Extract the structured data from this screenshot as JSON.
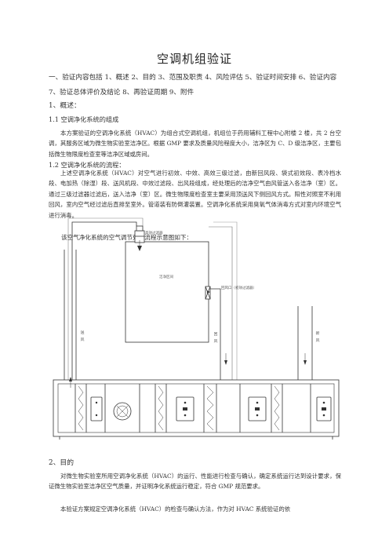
{
  "doc": {
    "title": "空调机组验证",
    "toc": "一、验证内容包括 1、概述 2、目的  3、范围及职责 4、风险评估 5、验证时间安排 6、验证内容 7、验证总体评价及结论 8、再验证周期 9、附件",
    "section1_heading": "1、概述：",
    "s11_heading": "1.1 空调净化系统的组成",
    "s11_text": "本方案验证的空调净化系统（HVAC）为组合式空调机组，机组位于药用辅料工程中心附楼 2 楼，共 2 台空调，其服务区域为微生物实验室洁净区。根据 GMP 要求及质量风险程度大小，洁净区为 C、D 级洁净区，主要包括微生物限度检查室等洁净区域或房间。",
    "s12_heading": "1.2 空调净化系统的流程：",
    "s12_text": "上述空调净化系统（HVAC）对空气进行初效、中效、高效三级过滤，由新回风段、袋式初效段、表冷档水段、电加热（除湿）段、送风机段、中效过滤段、出风段组成，经处理后的洁净空气由风管送入各洁净（室）区。通过三级过滤器过滤后，送入洁净（室）区。微生物限度检查室主要采用顶送风下侧回风方式。阳性对照室不利用回风，室内空气经过滤后直排至室外。管道装有防倒灌装置。空调净化系统采用臭氧气体消毒方式对室内环境空气进行消毒。",
    "figure_caption": "该空气净化系统的空气调节处理流程示意图如下：",
    "section2_heading": "2、目的",
    "s2_text1": "对微生物实验室所用空调净化系统（HVAC）的运行、性能进行检查与确认，确定系统运行达到设计要求，保证微生物实验室洁净区空气质量，并证明净化系统运行稳定，符合 GMP 规范要求。",
    "s2_text2": "本验证方案规定空调净化系统（HVAC）的检查与确认方法，作为对 HVAC 系统验证的依"
  },
  "diagram": {
    "hepa_label": "高效过滤器",
    "room_label": "洁净区间",
    "return_label": "回风口（初效过滤器）",
    "supply_label": "送风",
    "return_air_label": "回风",
    "fresh_air_label": "新风"
  }
}
